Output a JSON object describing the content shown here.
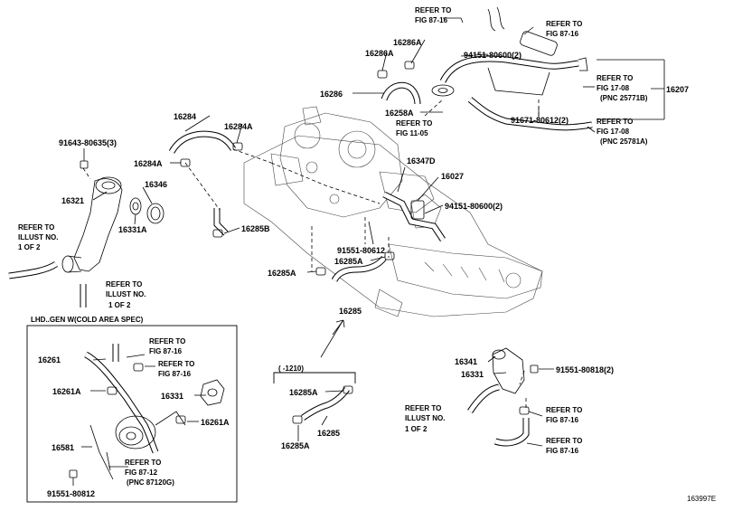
{
  "diagram_id": "163997E",
  "labels": {
    "p16286A": "16286A",
    "p16286A_b": "16286A",
    "p16286": "16286",
    "p16284": "16284",
    "p16284A": "16284A",
    "p16284A_b": "16284A",
    "p91643": "91643-80635(3)",
    "p16321": "16321",
    "p16346": "16346",
    "p16331A": "16331A",
    "p16285B": "16285B",
    "p94151a": "94151-80600(2)",
    "p16258A": "16258A",
    "p91671": "91671-80612(2)",
    "p16207": "16207",
    "p16347D": "16347D",
    "p16027": "16027",
    "p94151b": "94151-80600(2)",
    "p91551a": "91551-80612",
    "p16285A": "16285A",
    "p16285A_b": "16285A",
    "p16285": "16285",
    "p16341": "16341",
    "p16331": "16331",
    "p91551b": "91551-80818(2)",
    "p16261": "16261",
    "p16261A": "16261A",
    "p16331_b": "16331",
    "p16261A_b": "16261A",
    "p16581": "16581",
    "p91551c": "91551-80812",
    "p16285A_c": "16285A",
    "p16285_c": "16285",
    "p16285A_d": "16285A"
  },
  "refs": {
    "r1": [
      "REFER TO",
      "FIG 87-16"
    ],
    "r2": [
      "REFER TO",
      "FIG 87-16"
    ],
    "r3": [
      "REFER TO",
      "FIG 17-08",
      "(PNC 25771B)"
    ],
    "r4": [
      "REFER TO",
      "FIG 11-05"
    ],
    "r5": [
      "REFER TO",
      "FIG 17-08",
      "(PNC 25781A)"
    ],
    "r6": [
      "REFER TO",
      "ILLUST NO.",
      "1 OF 2"
    ],
    "r7": [
      "REFER TO",
      "ILLUST NO.",
      "1 OF 2"
    ],
    "r8": [
      "REFER TO",
      "FIG 87-16"
    ],
    "r9": [
      "REFER TO",
      "FIG 87-16"
    ],
    "r10": [
      "REFER TO",
      "FIG 87-12",
      "(PNC 87120G)"
    ],
    "r11": [
      "REFER TO",
      "ILLUST NO.",
      "1 OF 2"
    ],
    "r12": [
      "REFER TO",
      "FIG 87-16"
    ],
    "r13": [
      "REFER TO",
      "FIG 87-16"
    ]
  },
  "sections": {
    "cold_area_title": "LHD..GEN W(COLD AREA SPEC)",
    "date_range": "(      -1210)"
  }
}
